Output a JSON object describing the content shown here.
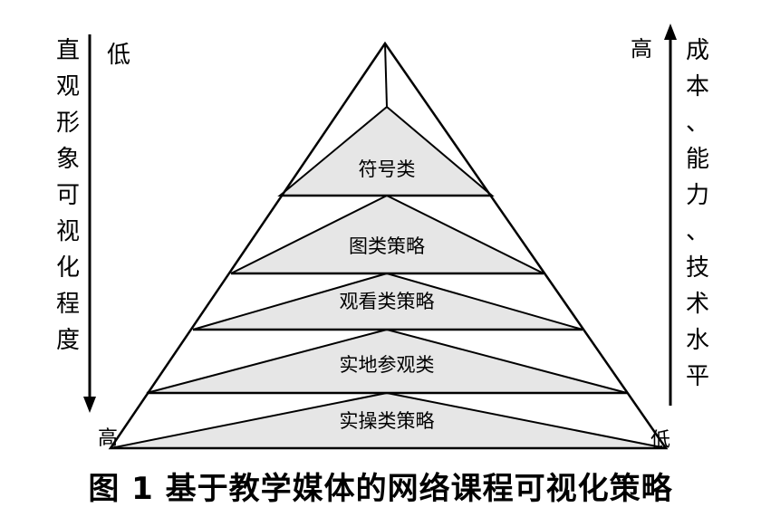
{
  "left_axis": {
    "label": "直观形象可视化程度",
    "top": "低",
    "bottom": "高"
  },
  "right_axis": {
    "label": "成本、能力、技术水平",
    "top": "高",
    "bottom": "低"
  },
  "layers": [
    {
      "label": "符号类"
    },
    {
      "label": "图类策略"
    },
    {
      "label": "观看类策略"
    },
    {
      "label": "实地参观类"
    },
    {
      "label": "实操类策略"
    }
  ],
  "caption": "图 1  基于教学媒体的网络课程可视化策略",
  "colors": {
    "fill": "#e6e6e6",
    "stroke": "#000000"
  }
}
